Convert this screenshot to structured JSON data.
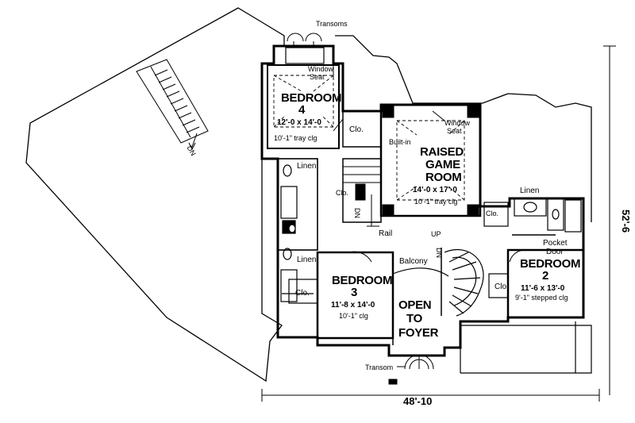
{
  "plan": {
    "rooms": {
      "bedroom4": {
        "name_line1": "BEDROOM",
        "name_line2": "4",
        "size": "12'-0 x 14'-0",
        "ceiling": "10'-1\" tray clg"
      },
      "game_room": {
        "name_line1": "RAISED",
        "name_line2": "GAME",
        "name_line3": "ROOM",
        "size": "14'-0 x 17'-0",
        "ceiling": "10'-1\" tray clg"
      },
      "bedroom2": {
        "name_line1": "BEDROOM",
        "name_line2": "2",
        "size": "11'-6 x 13'-0",
        "ceiling": "9'-1\" stepped clg"
      },
      "bedroom3": {
        "name_line1": "BEDROOM",
        "name_line2": "3",
        "size": "11'-8 x 14'-0",
        "ceiling": "10'-1\" clg"
      },
      "open_to_foyer": {
        "line1": "OPEN",
        "line2": "TO",
        "line3": "FOYER"
      }
    },
    "labels": {
      "transoms": "Transoms",
      "window_seat_b4_1": "Window",
      "window_seat_b4_2": "Seat",
      "window_seat_gr_1": "Window",
      "window_seat_gr_2": "Seat",
      "clo_b4": "Clo.",
      "built_in": "Built-in",
      "linen_1": "Linen",
      "linen_2": "Linen",
      "linen_3": "Linen",
      "clo_stair": "Clo.",
      "dn_stair": "DN",
      "rail": "Rail",
      "up": "UP",
      "clo_hall": "Clo.",
      "pocket_door_1": "Pocket",
      "pocket_door_2": "Door",
      "balcony": "Balcony",
      "dn_main": "DN",
      "clo_b2": "Clo.",
      "clo_b3": "Clo.",
      "transom": "Transom",
      "dn_attic": "DN"
    },
    "dimensions": {
      "width": "48'-10",
      "depth": "52'-6"
    }
  }
}
